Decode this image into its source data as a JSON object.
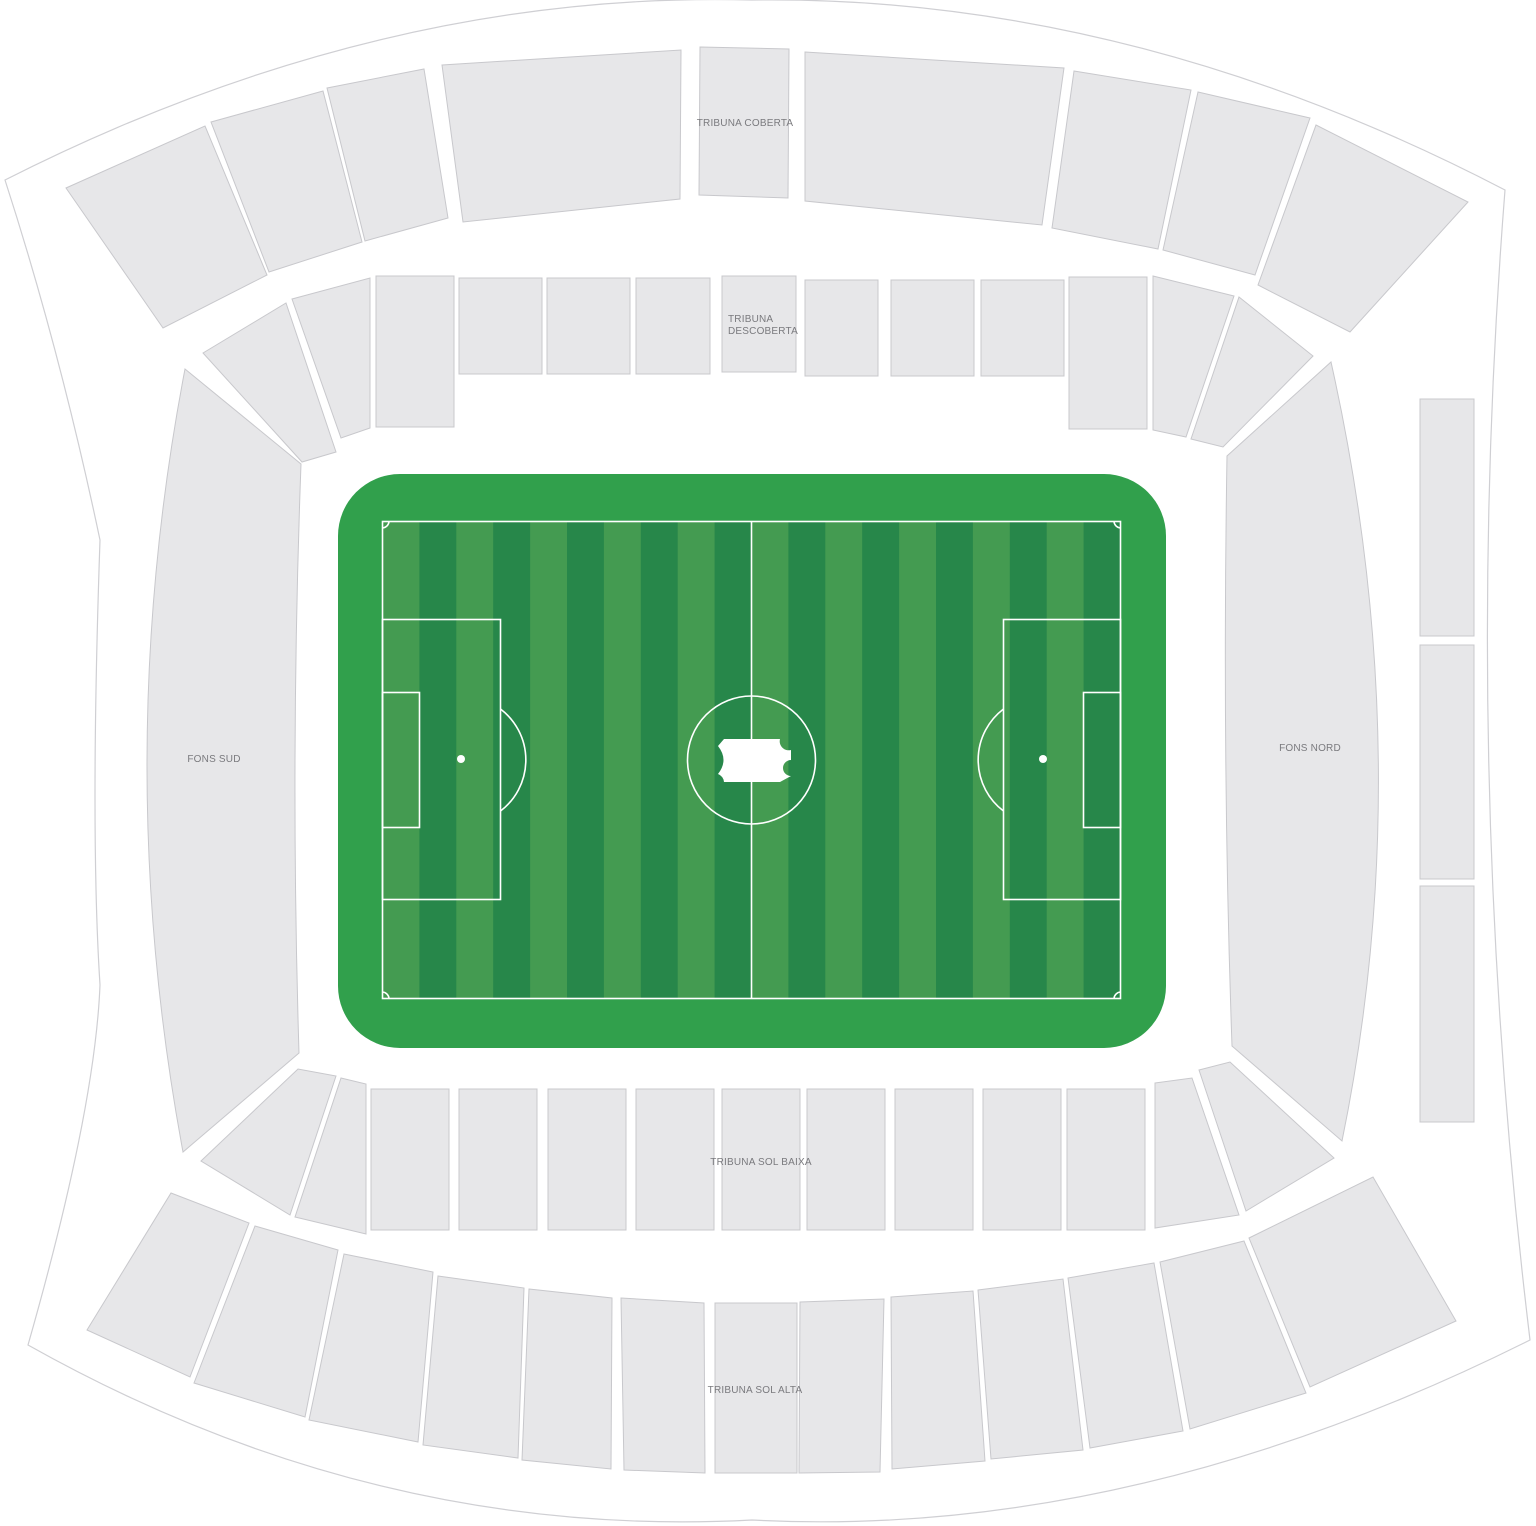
{
  "map": {
    "colors": {
      "background": "#ffffff",
      "outline": "#cfcfd3",
      "concourse": "#ffffff",
      "section": "#e7e7e9",
      "section_border": "#c8c8cc",
      "label": "#7a7a7e",
      "pitch_surround": "#31a04c",
      "stripe_light": "#449b51",
      "stripe_dark": "#27874a",
      "pitch_lines": "#ffffff"
    },
    "stands": {
      "tribuna_coberta": {
        "label": "TRIBUNA COBERTA"
      },
      "tribuna_descoberta": {
        "label_line1": "TRIBUNA",
        "label_line2": "DESCOBERTA"
      },
      "fons_sud": {
        "label": "FONS SUD"
      },
      "fons_nord": {
        "label": "FONS NORD"
      },
      "tribuna_sol_baixa": {
        "label": "TRIBUNA SOL BAIXA"
      },
      "tribuna_sol_alta": {
        "label": "TRIBUNA SOL ALTA"
      }
    },
    "pitch": {
      "stripe_count": 20,
      "center_icon": "ticket-icon"
    }
  }
}
